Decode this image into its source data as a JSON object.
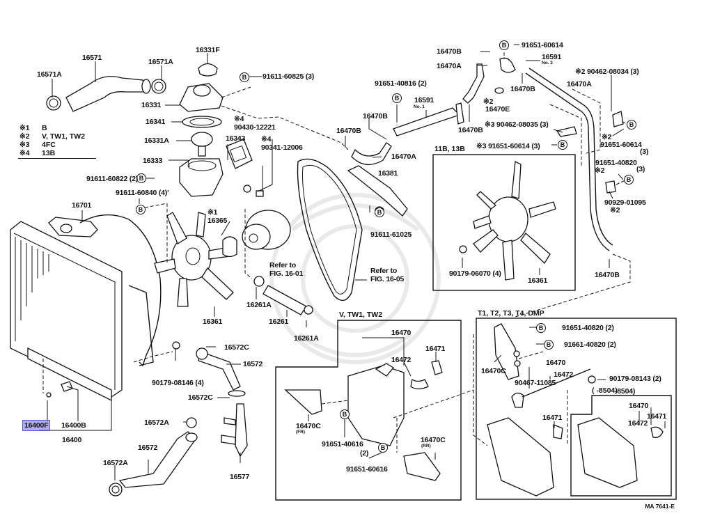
{
  "diagram": {
    "footer_code": "MA 7641-E",
    "legend": [
      {
        "key": "※1",
        "value": "B"
      },
      {
        "key": "※2",
        "value": "V, TW1, TW2"
      },
      {
        "key": "※3",
        "value": "4FC"
      },
      {
        "key": "※4",
        "value": "13B"
      }
    ],
    "bolt_marker": "B",
    "boxes": {
      "fan_11b_13b": "11B, 13B",
      "reservoir_v_tw": "V, TW1, TW2",
      "reservoir_t_dmp": "T1, T2, T3, T4, DMP",
      "reservoir_8504": "(   -8504)"
    },
    "labels": {
      "p16571A_left": "16571A",
      "p16571": "16571",
      "p16571A_right": "16571A",
      "p16331F": "16331F",
      "b91611_60825": "91611-60825 (3)",
      "p16331": "16331",
      "p16341": "16341",
      "n4_a": "※4",
      "p90430_12221": "90430-12221",
      "p16331A": "16331A",
      "p16343": "16343",
      "n4_b": "※4",
      "p90341_12006": "90341-12006",
      "p16333": "16333",
      "b91611_60822": "91611-60822 (2)",
      "b91611_60840": "91611-60840 (4)'",
      "p16701": "16701",
      "n1": "※1",
      "p16365": "16365",
      "refer_1601_a": "Refer to",
      "refer_1601_b": "FIG. 16-01",
      "refer_1605_a": "Refer to",
      "refer_1605_b": "FIG. 16-05",
      "p16361_main": "16361",
      "p16261A_top": "16261A",
      "p16261": "16261",
      "p16261A_bot": "16261A",
      "b91651_40816": "91651-40816 (2)",
      "p16591_no1": "16591",
      "p16591_no1_sub": "No. 1",
      "p16470B_a": "16470B",
      "p16470B_b": "16470B",
      "p16470A_mid": "16470A",
      "p16381": "16381",
      "b91611_61025": "91611-61025",
      "p16470B_top": "16470B",
      "p16470A_top": "16470A",
      "b91651_60614_top": "91651-60614",
      "p16591_no2": "16591",
      "p16591_no2_sub": "No. 2",
      "p16470B_c": "16470B",
      "n2_e": "※2",
      "p16470E": "16470E",
      "p16470B_d": "16470B",
      "n2_90462_08034": "※2 90462-08034 (3)",
      "p16470A_right": "16470A",
      "n3_90462_08035": "※3 90462-08035 (3)",
      "n3_91651_60614": "※3 91651-60614 (3)",
      "n2_f": "※2",
      "b91651_60614_right": "91651-60614",
      "b91651_60614_right_qty": "(3)",
      "b91651_40820_right": "91651-40820",
      "n2_g": "※2",
      "b91651_40820_right_qty": "(3)",
      "p90929_01095": "90929-01095",
      "n2_h": "※2",
      "p90179_06070": "90179-06070 (4)",
      "p16361_box": "16361",
      "p16470B_bottom": "16470B",
      "p16400F": "16400F",
      "p16400B": "16400B",
      "p16400": "16400",
      "p90179_08146": "90179-08146 (4)",
      "p16572C_top": "16572C",
      "p16572_top": "16572",
      "p16572C_bot": "16572C",
      "p16572A_top": "16572A",
      "p16572_bot": "16572",
      "p16572A_bot": "16572A",
      "p16577": "16577",
      "v_16470": "16470",
      "v_16471": "16471",
      "v_16472": "16472",
      "v_16470C_fr": "16470C",
      "v_16470C_fr_sub": "(FR)",
      "v_91651_40616": "91651-40616",
      "v_qty2": "(2)",
      "v_16470C_rr": "16470C",
      "v_16470C_rr_sub": "(RR)",
      "v_91651_60616": "91651-60616",
      "t_91651_40820": "91651-40820 (2)",
      "t_91661_40820": "91661-40820 (2)",
      "t_16470C": "16470C",
      "t_16470": "16470",
      "t_16472": "16472",
      "t_90467_11085": "90467-11085",
      "t_90179_08143": "90179-08143 (2)",
      "t_8504": "-8504)",
      "t_16471": "16471",
      "t2_16470": "16470",
      "t2_16472": "16472",
      "t2_16471": "16471"
    }
  }
}
